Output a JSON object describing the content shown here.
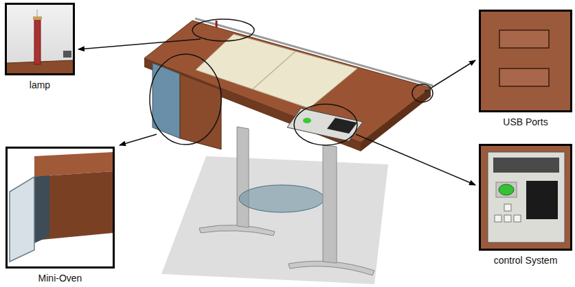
{
  "diagram": {
    "nodes": [
      {
        "text": [
          "lamp"
        ]
      },
      {
        "text": [
          "Mini-Oven"
        ]
      },
      {
        "text": [
          "USB Ports"
        ]
      },
      {
        "text": [
          "control System"
        ]
      }
    ]
  }
}
